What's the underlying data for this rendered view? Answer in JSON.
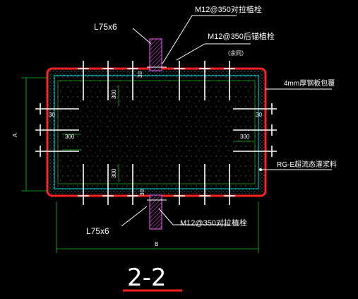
{
  "labels": {
    "angle_top": "L75x6",
    "bolt_through_top": "M12@350对拉植栓",
    "bolt_anchor": "M12@350后锚植栓",
    "same_note": "（余同）",
    "steel_plate": "4mm厚钢板包覆",
    "grout": "RG-E超流态灌浆料",
    "angle_bottom": "L75x6",
    "bolt_through_bottom": "M12@350对拉植栓"
  },
  "dimensions": {
    "top_30": "30",
    "left_300_vertical": "300",
    "left_30": "30",
    "left_300_horizontal": "300",
    "left_300_lower": "300",
    "right_30": "30",
    "right_300": "300",
    "bottom_30": "30",
    "side_A": "A",
    "side_B": "B"
  },
  "section_title": "2-2",
  "colors": {
    "outline": "#ff2020",
    "hatch": "#00e5e5",
    "leader": "#ffffff",
    "dimension": "#00d000",
    "angle": "#ff60ff",
    "title_underline": "#ff2020"
  }
}
